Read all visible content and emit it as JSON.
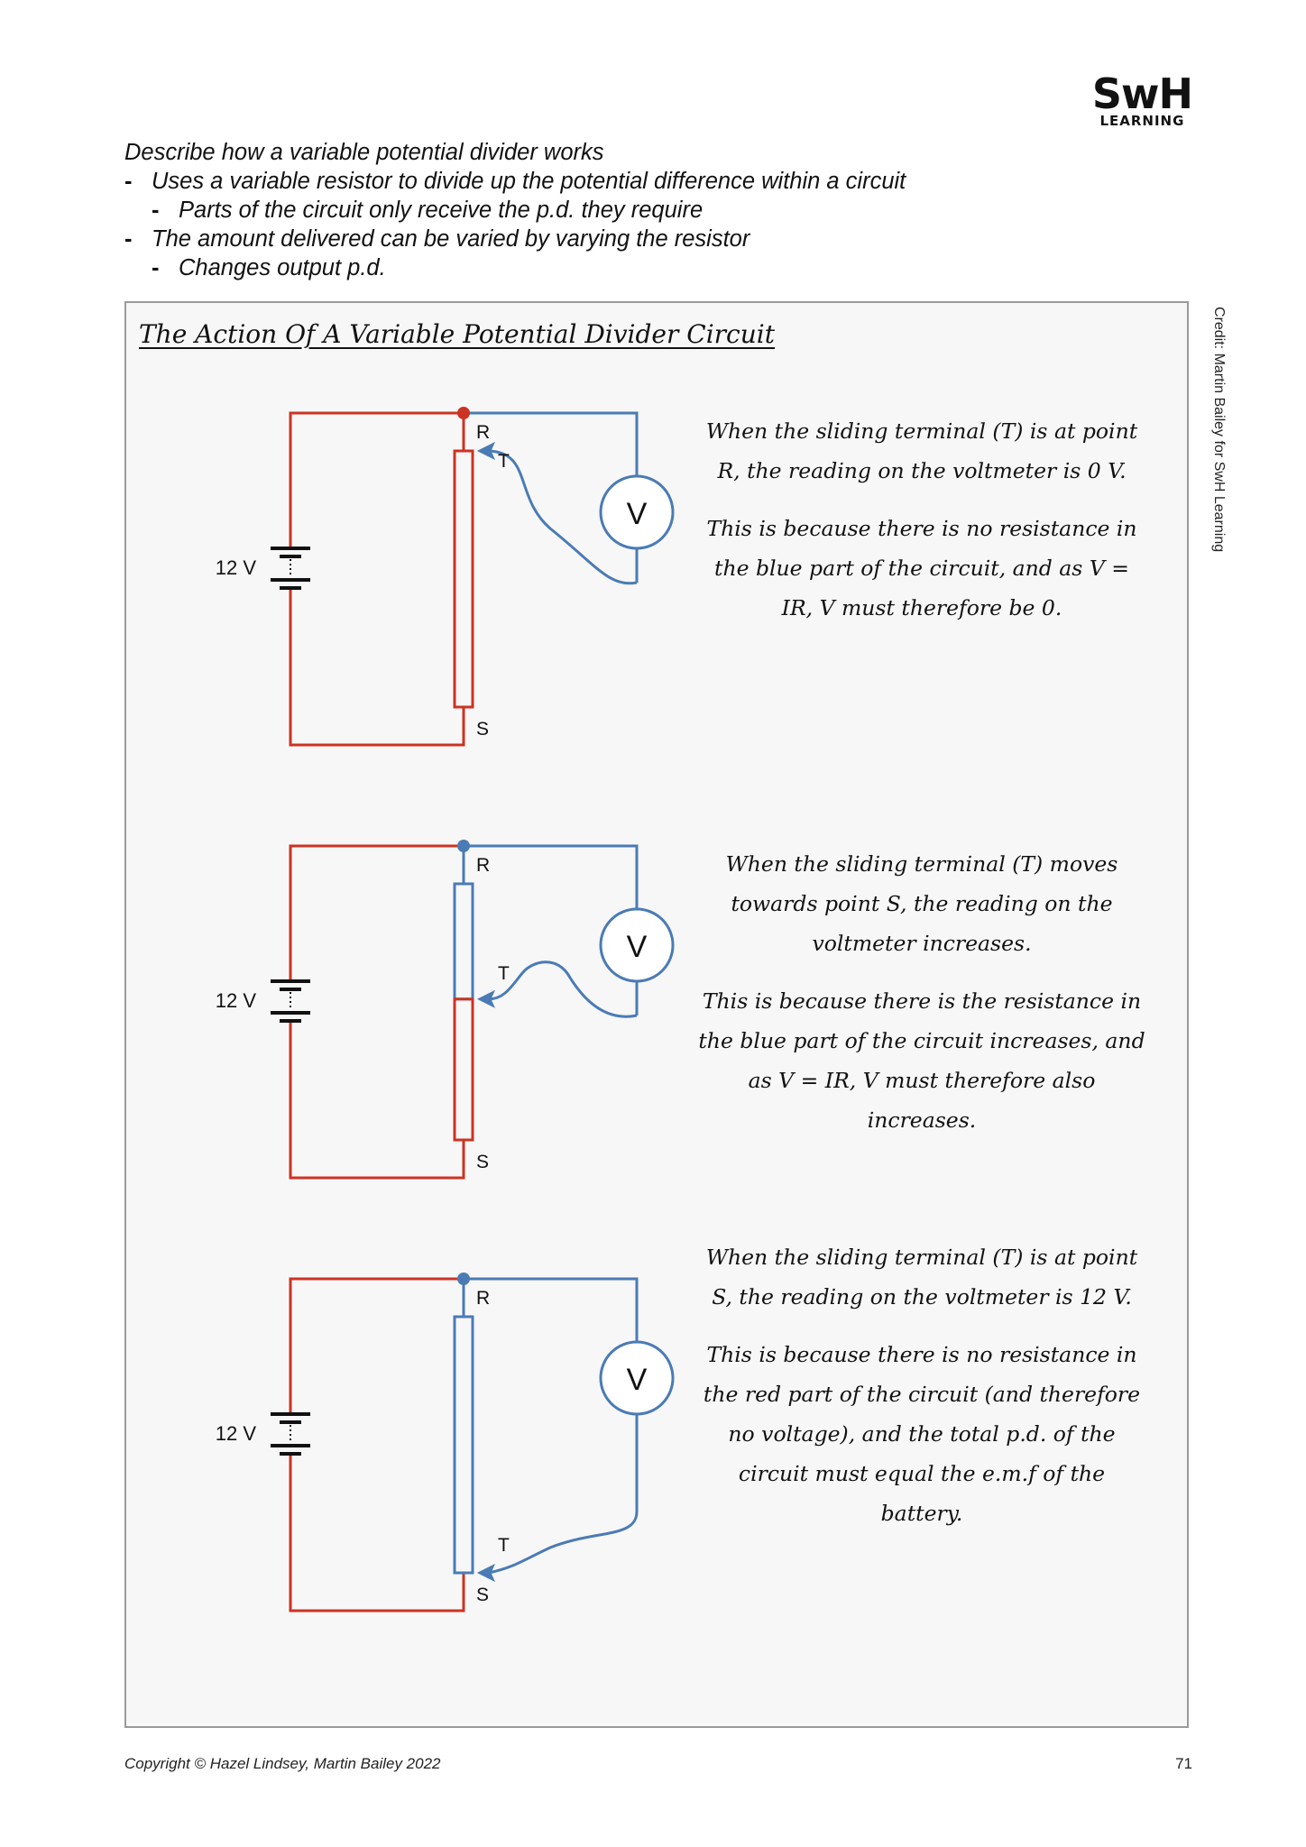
{
  "logo": {
    "main": "SwH",
    "sub": "LEARNING"
  },
  "intro": {
    "heading": "Describe how a variable potential divider works",
    "points": [
      {
        "level": 1,
        "text": "Uses a variable resistor to divide up the potential difference within a circuit"
      },
      {
        "level": 2,
        "text": "Parts of the circuit only receive the p.d. they require"
      },
      {
        "level": 1,
        "text": "The amount delivered can be varied by varying the resistor"
      },
      {
        "level": 2,
        "text": "Changes output p.d."
      }
    ],
    "bullet": "-"
  },
  "diagram": {
    "title": "The Action Of A Variable Potential Divider Circuit",
    "colors": {
      "red": "#cc3322",
      "blue": "#4a7bb5",
      "black": "#111111"
    },
    "labels": {
      "battery": "12 V",
      "top": "R",
      "bottom": "S",
      "slider": "T",
      "voltmeter": "V"
    },
    "panels": [
      {
        "slider_position": 0.0,
        "paragraphs": [
          "When the sliding terminal (T) is at point R, the reading on the voltmeter is 0 V.",
          "This is because there is no resistance in the blue part of the circuit, and as V = IR, V must therefore be 0."
        ]
      },
      {
        "slider_position": 0.45,
        "paragraphs": [
          "When the sliding terminal (T) moves towards point S, the reading on the voltmeter increases.",
          "This is because there is the resistance in the blue part of the circuit increases, and as V = IR, V must therefore also increases."
        ]
      },
      {
        "slider_position": 1.0,
        "paragraphs": [
          "When the sliding terminal (T) is at point S, the reading on the voltmeter is 12 V.",
          "This is because there is no resistance in the red part of the circuit (and therefore no voltage), and the total p.d. of the circuit must equal the e.m.f of the battery."
        ]
      }
    ]
  },
  "side_credit": "Credit: Martin Bailey for SwH Learning",
  "footer": {
    "copyright": "Copyright © Hazel Lindsey, Martin Bailey 2022",
    "page_number": "71"
  }
}
